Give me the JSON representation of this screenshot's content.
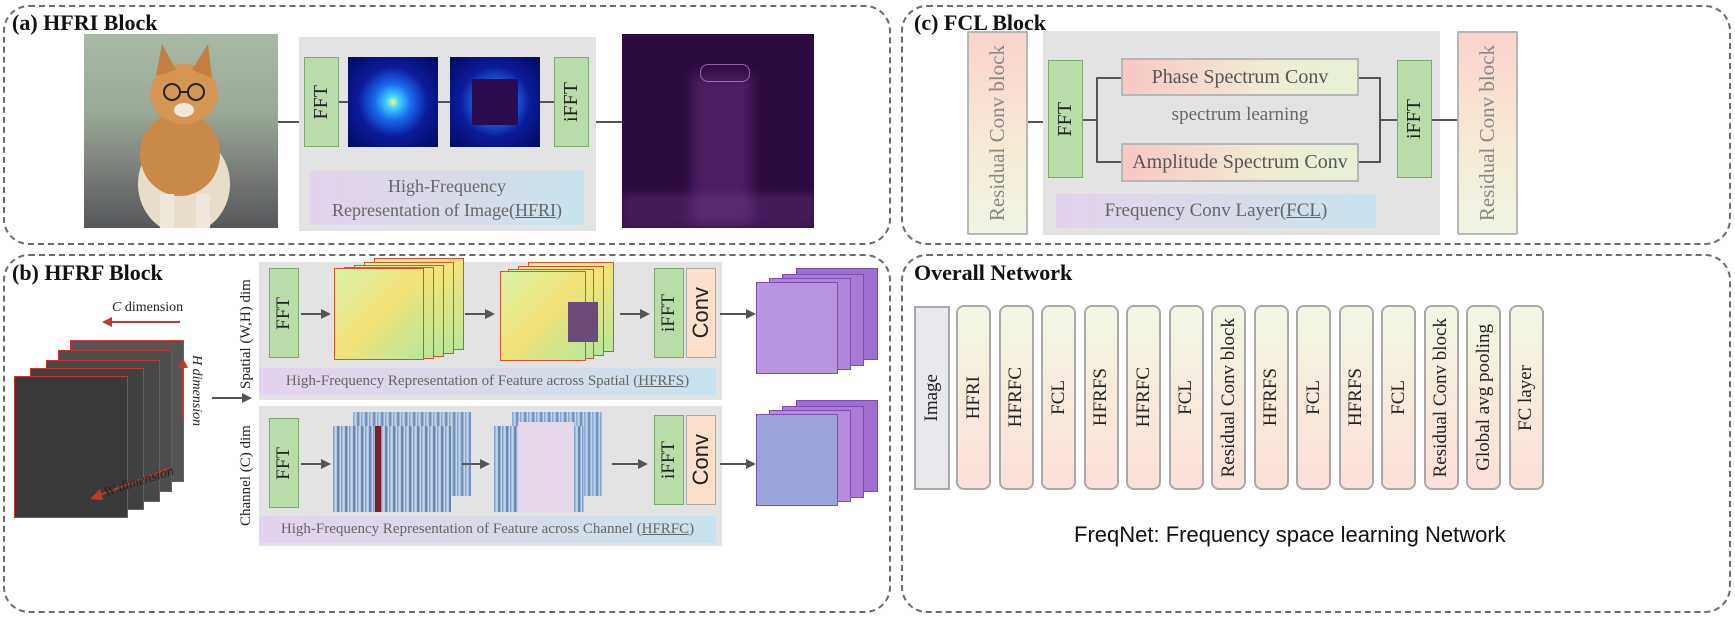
{
  "panels": {
    "a": {
      "title": "(a) HFRI Block"
    },
    "b": {
      "title": "(b) HFRF Block"
    },
    "c": {
      "title": "(c) FCL Block"
    },
    "d": {
      "title": "Overall Network"
    }
  },
  "hfri": {
    "fft": "FFT",
    "ifft": "iFFT",
    "caption_line1": "High-Frequency",
    "caption_line2_pre": "Representation of Image(",
    "caption_line2_abbr": "HFRI",
    "caption_line2_post": ")"
  },
  "hfrf": {
    "c_dim": "C dimension",
    "c_letter": "C",
    "h_dim": "H dimension",
    "w_dim": "W dimension",
    "spatial_label": "Spatial (W,H) dim",
    "channel_label": "Channel (C) dim",
    "fft": "FFT",
    "ifft": "iFFT",
    "conv": "Conv",
    "spatial_caption_pre": "High-Frequency Representation of Feature across Spatial (",
    "spatial_caption_abbr": "HFRFS",
    "spatial_caption_post": ")",
    "channel_caption_pre": "High-Frequency Representation of Feature across Channel (",
    "channel_caption_abbr": "HFRFC",
    "channel_caption_post": ")"
  },
  "fcl": {
    "residual_left": "Residual Conv block",
    "residual_right": "Residual Conv block",
    "fft": "FFT",
    "ifft": "iFFT",
    "phase": "Phase Spectrum Conv",
    "amplitude": "Amplitude Spectrum Conv",
    "learning": "spectrum learning",
    "caption_pre": "Frequency Conv Layer(",
    "caption_abbr": "FCL",
    "caption_post": ")"
  },
  "network": {
    "input": "Image",
    "blocks": [
      "HFRI",
      "HFRFC",
      "FCL",
      "HFRFS",
      "HFRFC",
      "FCL",
      "Residual Conv block",
      "HFRFS",
      "FCL",
      "HFRFS",
      "FCL",
      "Residual Conv block",
      "Global avg pooling",
      "FC layer"
    ],
    "footer": "FreqNet: Frequency space learning Network"
  },
  "colors": {
    "green_box": "#b9dcaa",
    "dark_purple": "#2a0b40",
    "panel_border": "#6b6b6b"
  }
}
